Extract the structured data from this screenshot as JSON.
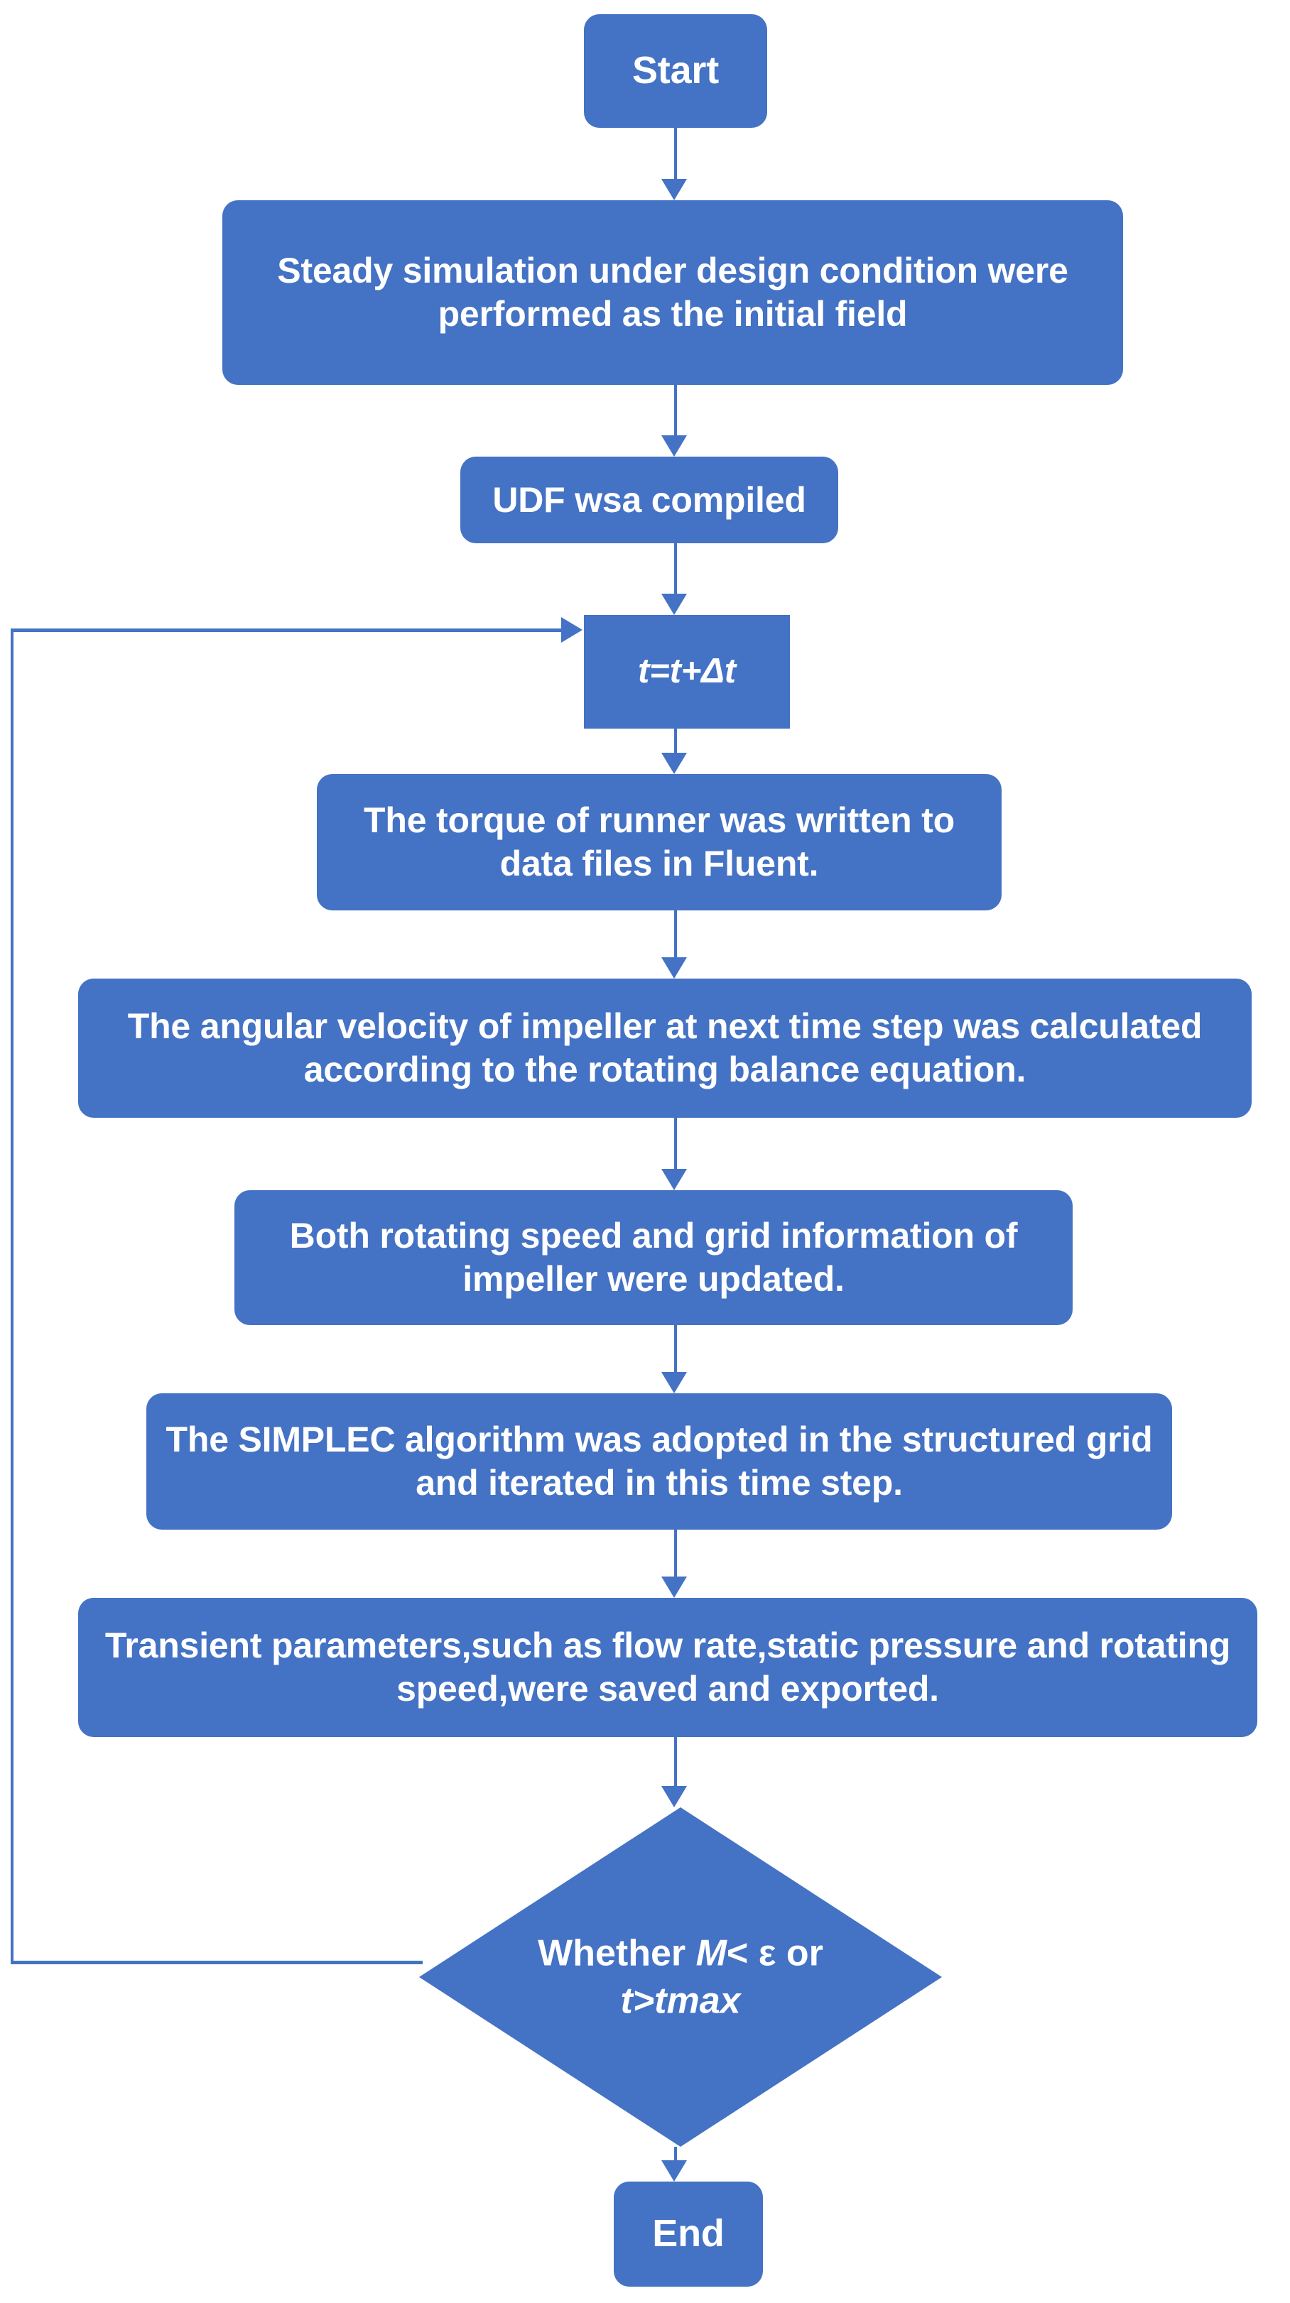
{
  "diagram": {
    "title": "Transient CFD simulation flowchart",
    "accent_color": "#4472C4",
    "text_color": "#FFFFFF",
    "background_color": "#FFFFFF",
    "nodes": [
      {
        "id": "start",
        "shape": "rounded-rectangle",
        "label": "Start"
      },
      {
        "id": "steady",
        "shape": "rounded-rectangle",
        "label": "Steady simulation under design condition were performed as the initial field"
      },
      {
        "id": "udf",
        "shape": "rounded-rectangle",
        "label": "UDF wsa compiled"
      },
      {
        "id": "tstep",
        "shape": "rectangle",
        "label": "t=t+Δt",
        "label_parts": {
          "italic_a": "t",
          "plain": "=",
          "italic_b": "t+Δt"
        }
      },
      {
        "id": "torque",
        "shape": "rounded-rectangle",
        "label": "The torque of runner was written to data files in Fluent."
      },
      {
        "id": "angvel",
        "shape": "rounded-rectangle",
        "label": "The angular velocity of impeller at next time step was calculated according to the rotating balance equation."
      },
      {
        "id": "both",
        "shape": "rounded-rectangle",
        "label": "Both rotating speed and grid information of impeller were updated."
      },
      {
        "id": "simplec",
        "shape": "rounded-rectangle",
        "label": "The SIMPLEC algorithm was adopted in the structured grid and iterated in this time step."
      },
      {
        "id": "trans",
        "shape": "rounded-rectangle",
        "label": "Transient parameters,such as flow rate,static pressure and rotating speed,were saved and exported."
      },
      {
        "id": "decision",
        "shape": "diamond",
        "label": "Whether M< ε or t>tmax",
        "line1_prefix": "Whether ",
        "line1_italic": "M",
        "line1_suffix": "< ε or",
        "line2_italic": "t>tmax"
      },
      {
        "id": "end",
        "shape": "rounded-rectangle",
        "label": "End"
      }
    ],
    "edges": [
      {
        "from": "start",
        "to": "steady",
        "type": "straight-down"
      },
      {
        "from": "steady",
        "to": "udf",
        "type": "straight-down"
      },
      {
        "from": "udf",
        "to": "tstep",
        "type": "straight-down"
      },
      {
        "from": "tstep",
        "to": "torque",
        "type": "straight-down"
      },
      {
        "from": "torque",
        "to": "angvel",
        "type": "straight-down"
      },
      {
        "from": "angvel",
        "to": "both",
        "type": "straight-down"
      },
      {
        "from": "both",
        "to": "simplec",
        "type": "straight-down"
      },
      {
        "from": "simplec",
        "to": "trans",
        "type": "straight-down"
      },
      {
        "from": "trans",
        "to": "decision",
        "type": "straight-down"
      },
      {
        "from": "decision",
        "to": "end",
        "type": "straight-down"
      },
      {
        "from": "decision",
        "to": "tstep",
        "type": "loop-left-up"
      }
    ]
  }
}
